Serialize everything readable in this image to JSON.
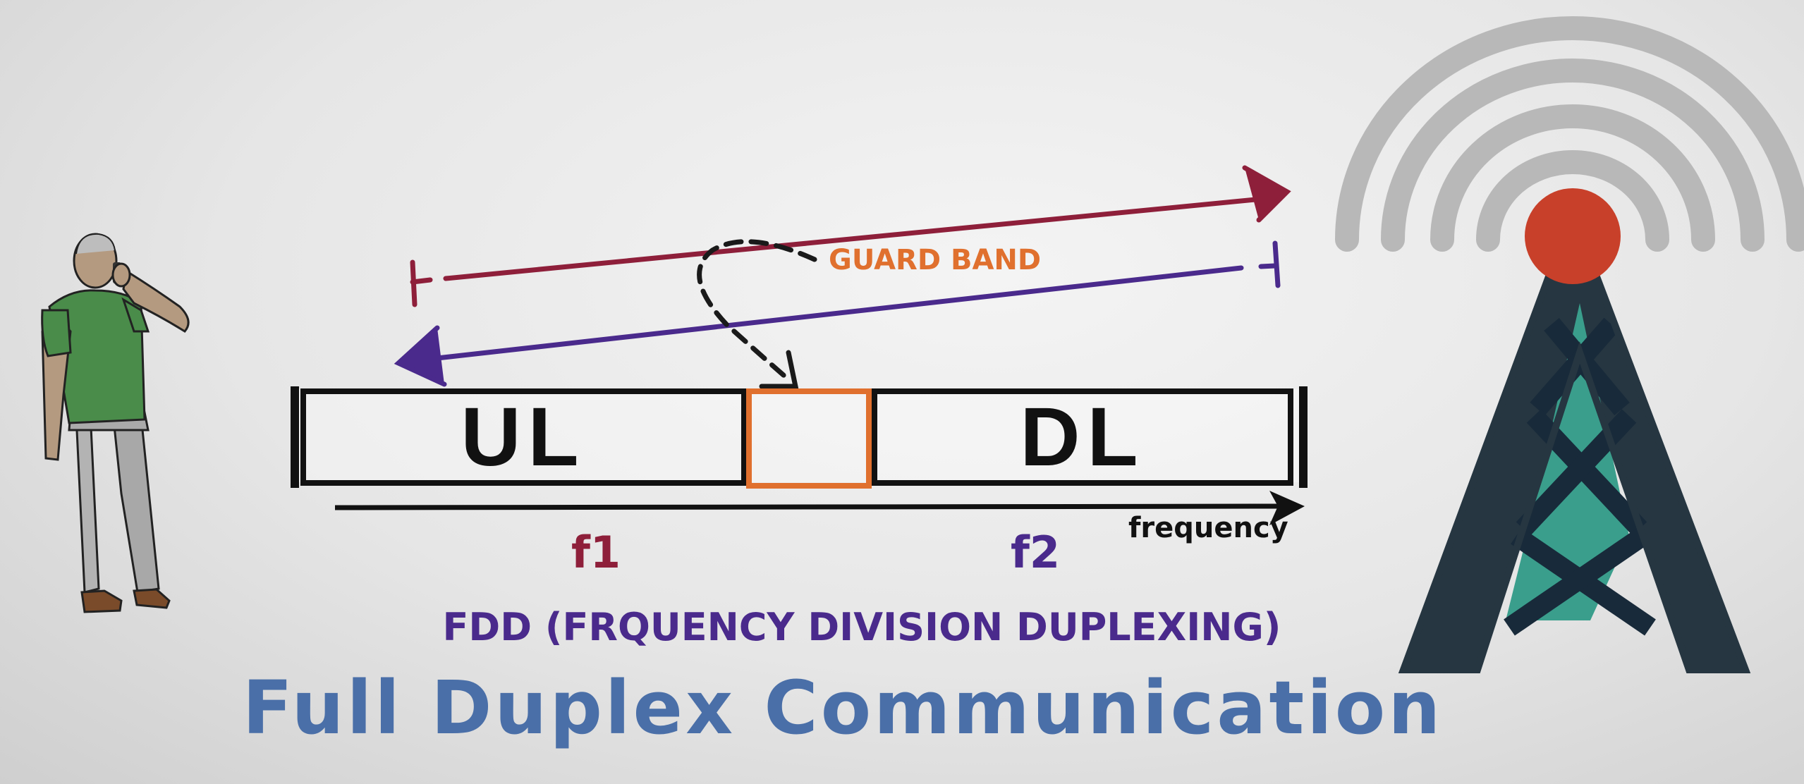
{
  "diagram": {
    "band_labels": {
      "uplink": "UL",
      "downlink": "DL"
    },
    "guard_band_label": "GUARD BAND",
    "axis_label": "frequency",
    "freq_labels": {
      "f1": "f1",
      "f2": "f2"
    },
    "subtitle": "FDD (FRQUENCY DIVISION DUPLEXING)",
    "title": "Full Duplex Communication"
  },
  "colors": {
    "uplink_arrow": "#8e1f3a",
    "downlink_arrow": "#4a2a8c",
    "guard_band": "#e0702e",
    "f1": "#8e1f3a",
    "f2": "#4a2a8c",
    "subtitle": "#4a2a8c",
    "title": "#4a6fa8",
    "tower_dark": "#263641",
    "tower_teal": "#3a9e8c",
    "tower_lamp": "#c8402a"
  },
  "icons": [
    "person-on-phone-icon",
    "cell-tower-icon",
    "signal-waves-icon"
  ]
}
